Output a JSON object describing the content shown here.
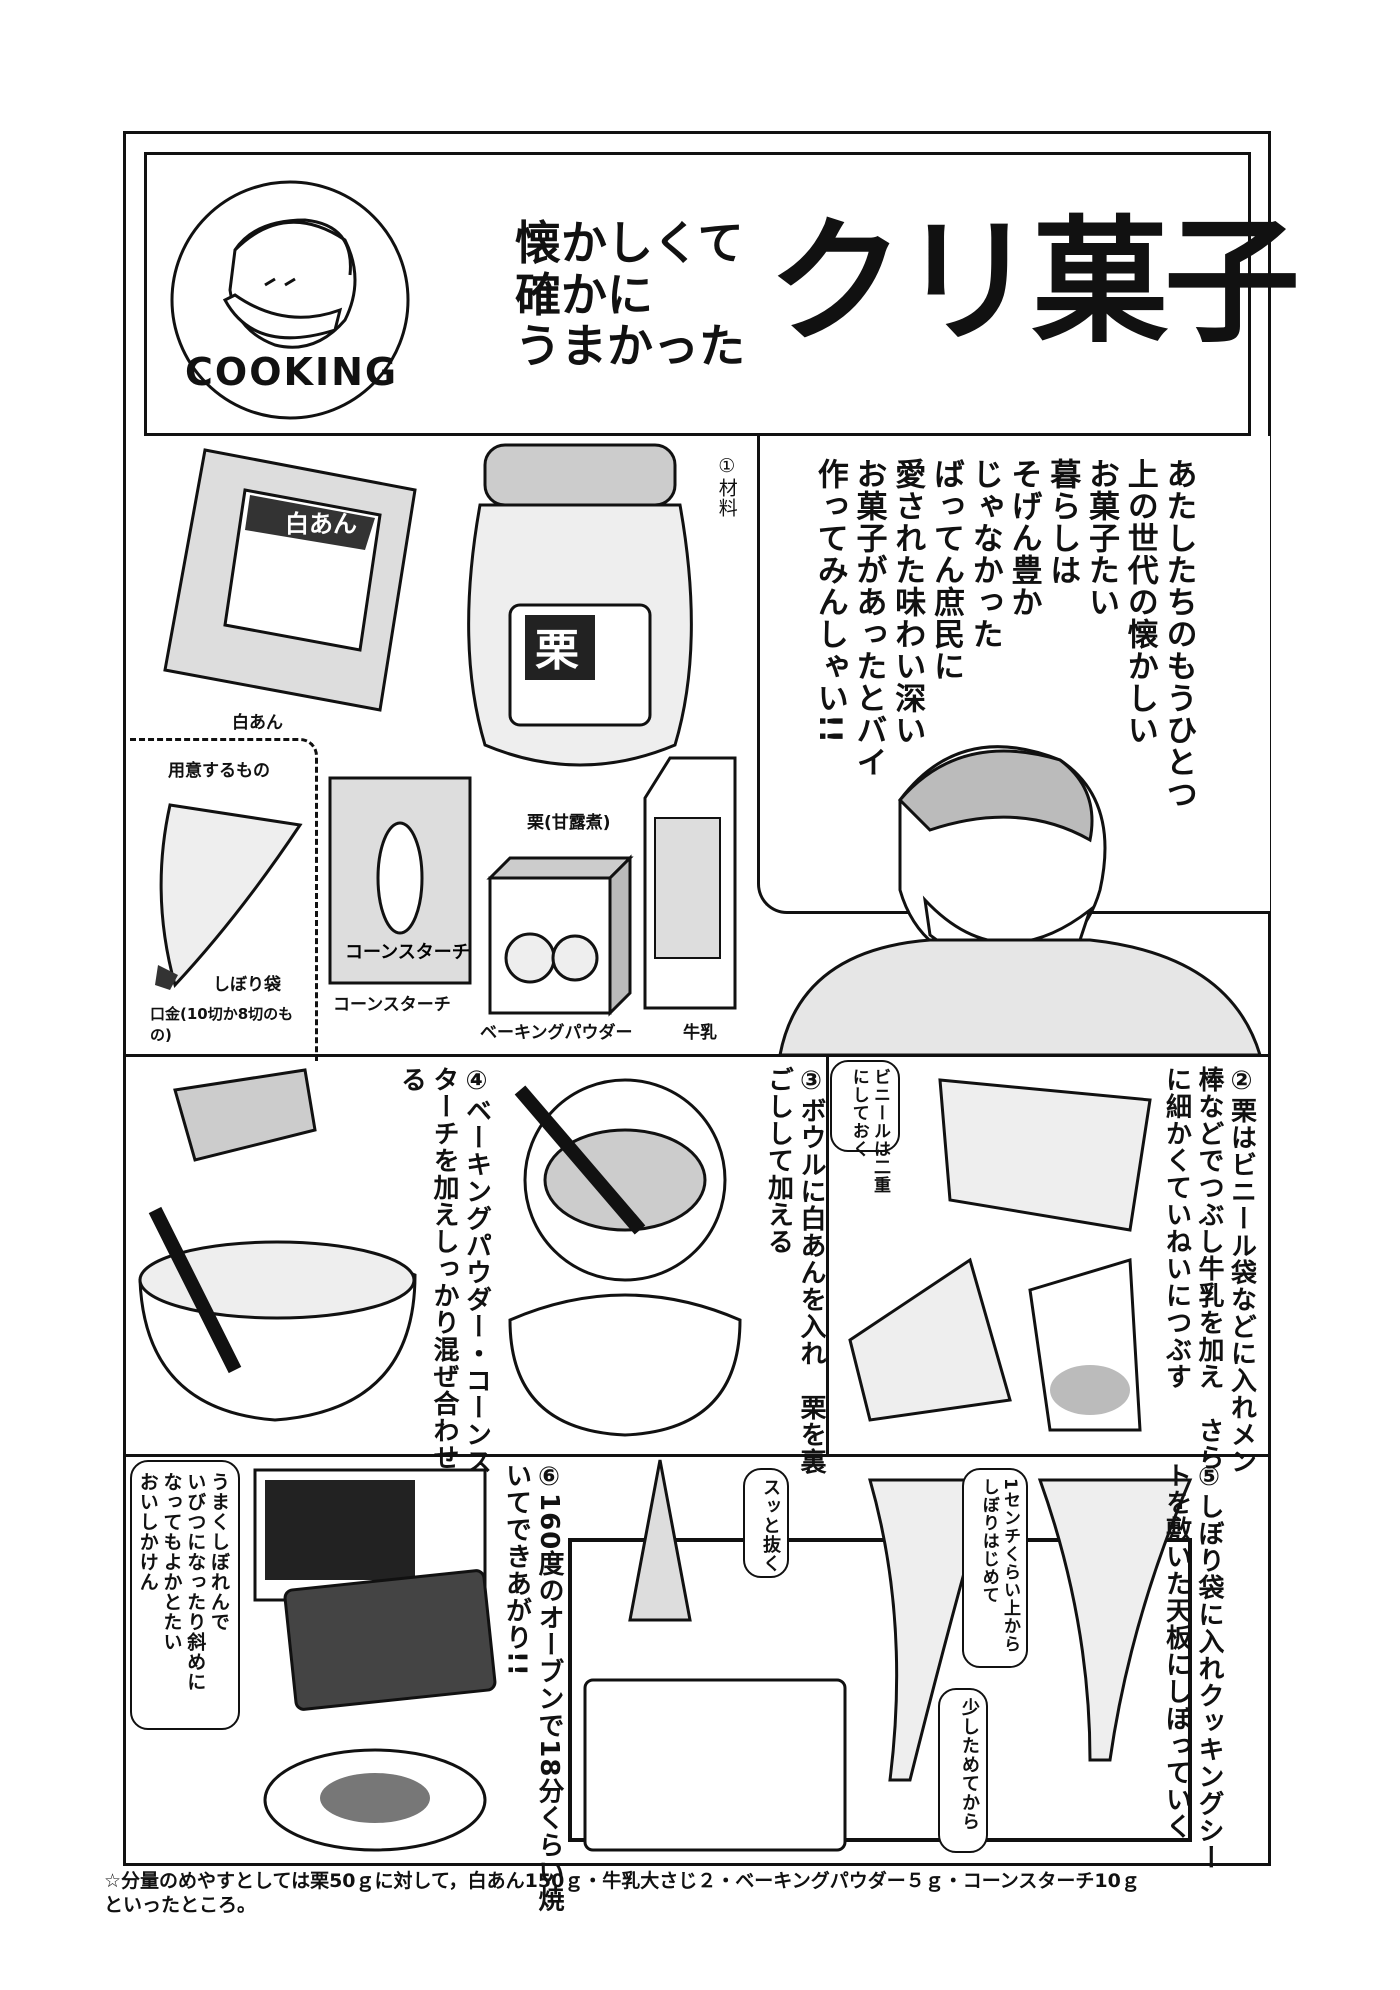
{
  "header": {
    "logo_text": "COOKING",
    "subtitle_lines": [
      "懐かしくて",
      "確かに",
      "うまかった"
    ],
    "title": "クリ菓子"
  },
  "ingredients": {
    "heading": "①材料",
    "items": [
      "白あん",
      "栗(甘露煮)",
      "コーンスターチ",
      "ベーキングパウダー",
      "牛乳"
    ],
    "package_labels": {
      "shiroan": "白あん",
      "kuri": "栗",
      "cornstarch": "コーンスターチ",
      "baking": "ベーキングパウダー",
      "milk": "牛乳"
    },
    "tools_heading": "用意するもの",
    "tools": [
      "しぼり袋",
      "口金(10切か8切のもの)"
    ]
  },
  "speech": {
    "lines": [
      "あたしたちのもうひとつ",
      "上の世代の懐かしい",
      "お菓子たい",
      "暮らしは",
      "そげん豊か",
      "じゃなかった",
      "ばってん庶民に",
      "愛された味わい深い",
      "お菓子があったとバイ",
      "作ってみんしゃい!!"
    ]
  },
  "steps": {
    "step2": {
      "lines": [
        "②栗はビニール袋などに入れメン",
        "棒などでつぶし牛乳を加え　さら",
        "に細かくていねいにつぶす"
      ],
      "note": [
        "ビニールは二重",
        "にしておく"
      ]
    },
    "step3": {
      "lines": [
        "③ボウルに白あんを入れ　栗を裏",
        "ごしして加える"
      ]
    },
    "step4": {
      "lines": [
        "④ベーキングパウダー・コーンス",
        "ターチを加えしっかり混ぜ合わせ",
        "る"
      ]
    },
    "step5": {
      "lines": [
        "⑤しぼり袋に入れクッキングシー",
        "トを敷いた天板にしぼっていく"
      ],
      "note_start": [
        "1センチくらい上から",
        "しぼりはじめて"
      ],
      "note_pull": [
        "スッと抜く"
      ],
      "note_hold": [
        "少しためてから"
      ]
    },
    "step6": {
      "lines": [
        "⑥160度のオーブンで18分くらい焼",
        "いてできあがり!!"
      ],
      "note": [
        "うまくしぼれんで",
        "いびつになったり斜めに",
        "なってもよかとたい",
        "おいしかけん"
      ]
    }
  },
  "footer": {
    "lines": [
      "☆分量のめやすとしては栗50ｇに対して，白あん150ｇ・牛乳大さじ２・ベーキングパウダー５ｇ・コーンスターチ10ｇ",
      "といったところ。"
    ]
  }
}
